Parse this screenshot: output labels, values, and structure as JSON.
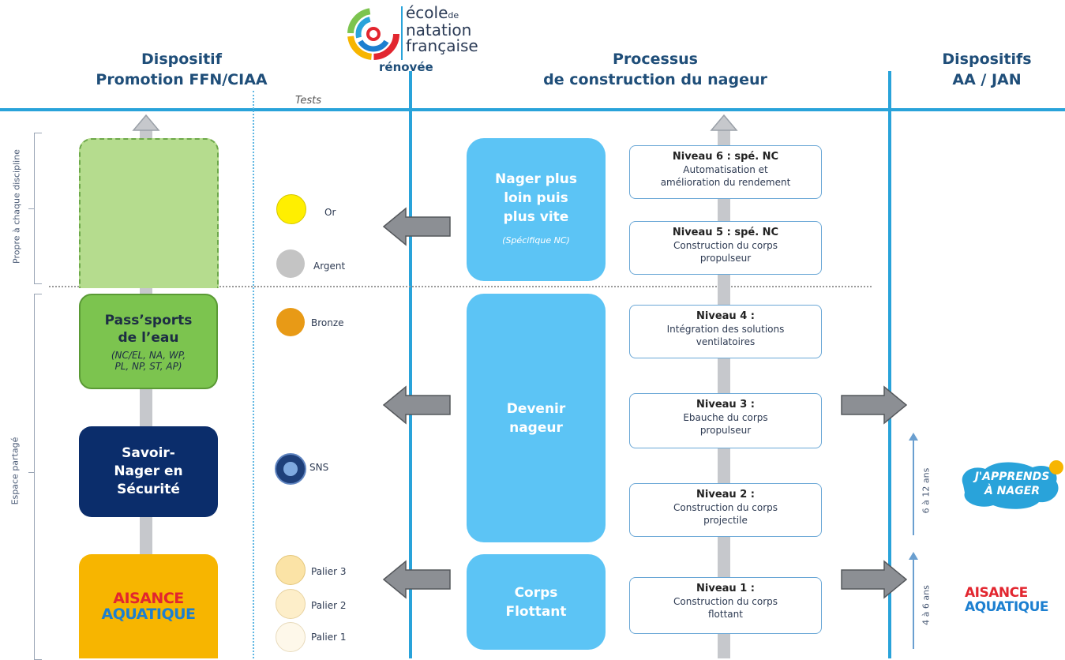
{
  "header": {
    "left_line1": "Dispositif",
    "left_line2": "Promotion FFN/CIAA",
    "logo_text_1": "école",
    "logo_text_de": "de",
    "logo_text_2": "natation",
    "logo_text_3": "française",
    "logo_text_4": "rénovée",
    "center_line1": "Processus",
    "center_line2": "de construction du nageur",
    "right_line1": "Dispositifs",
    "right_line2": "AA / JAN",
    "tests": "Tests"
  },
  "side_labels": {
    "top": "Propre à chaque discipline",
    "bottom": "Espace partagé"
  },
  "left_cards": {
    "pass_title": "Pass'sports de l'eau",
    "pass_title_l1": "Pass’sports",
    "pass_title_l2": "de l’eau",
    "pass_sub_l1": "(NC/EL, NA, WP,",
    "pass_sub_l2": "PL, NP, ST, AP)",
    "sns_l1": "Savoir-",
    "sns_l2": "Nager en",
    "sns_l3": "Sécurité",
    "aa_l1": "AISANCE",
    "aa_l2": "AQUATIQUE"
  },
  "medals": [
    {
      "label": "Or",
      "color": "#ffef00"
    },
    {
      "label": "Argent",
      "color": "#c4c4c4"
    },
    {
      "label": "Bronze",
      "color": "#e89a16"
    },
    {
      "label": "SNS",
      "color": "#1e3f7a"
    },
    {
      "label": "Palier 3",
      "color": "#fbe3a6"
    },
    {
      "label": "Palier 2",
      "color": "#fdeec9"
    },
    {
      "label": "Palier 1",
      "color": "#fef8ea"
    }
  ],
  "process": {
    "p1_l1": "Nager plus",
    "p1_l2": "loin puis",
    "p1_l3": "plus vite",
    "p1_sub": "(Spécifique NC)",
    "p2_l1": "Devenir",
    "p2_l2": "nageur",
    "p3_l1": "Corps",
    "p3_l2": "Flottant"
  },
  "levels": [
    {
      "title": "Niveau 6 : spé. NC",
      "l1": "Automatisation et",
      "l2": "amélioration du rendement"
    },
    {
      "title": "Niveau 5 : spé. NC",
      "l1": "Construction du corps",
      "l2": "propulseur"
    },
    {
      "title": "Niveau 4 :",
      "l1": "Intégration des solutions",
      "l2": "ventilatoires"
    },
    {
      "title": "Niveau 3 :",
      "l1": "Ebauche du corps",
      "l2": "propulseur"
    },
    {
      "title": "Niveau 2 :",
      "l1": "Construction du corps",
      "l2": "projectile"
    },
    {
      "title": "Niveau 1 :",
      "l1": "Construction du corps",
      "l2": "flottant"
    }
  ],
  "right": {
    "age_upper": "6 à 12 ans",
    "age_lower": "4 à 6 ans",
    "jan_l1": "J'APPRENDS",
    "jan_l2": "À NAGER",
    "aa_l1": "AISANCE",
    "aa_l2": "AQUATIQUE"
  },
  "colors": {
    "accent_blue": "#29a3da",
    "process_blue": "#5cc4f5",
    "pass_green": "#7cc44f",
    "light_green": "#b5dc8e",
    "sns_navy": "#0b2d6b",
    "aisance_yellow": "#f7b500",
    "aisance_red": "#e2262f",
    "aisance_blue": "#1c7fd0"
  }
}
